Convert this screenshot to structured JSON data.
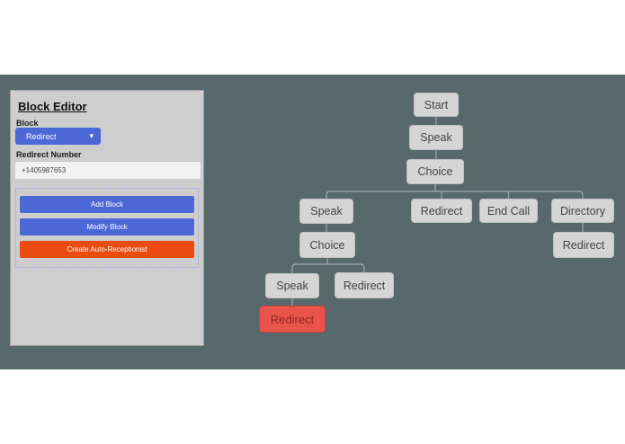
{
  "editor_panel": {
    "title": "Block Editor",
    "block_label": "Block",
    "block_select": {
      "selected": "Redirect"
    },
    "redirect_number_label": "Redirect Number",
    "redirect_number_value": "+1405987653",
    "buttons": {
      "add": "Add Block",
      "modify": "Modify Block",
      "create": "Create Auto-Receptionist"
    }
  },
  "flowchart": {
    "nodes": [
      {
        "label": "Start",
        "state": "normal"
      },
      {
        "label": "Speak",
        "state": "normal"
      },
      {
        "label": "Choice",
        "state": "normal"
      },
      {
        "label": "Speak",
        "state": "normal"
      },
      {
        "label": "Redirect",
        "state": "normal"
      },
      {
        "label": "End Call",
        "state": "normal"
      },
      {
        "label": "Directory",
        "state": "normal"
      },
      {
        "label": "Choice",
        "state": "normal"
      },
      {
        "label": "Redirect",
        "state": "normal"
      },
      {
        "label": "Speak",
        "state": "normal"
      },
      {
        "label": "Redirect",
        "state": "normal"
      },
      {
        "label": "Redirect",
        "state": "selected"
      }
    ]
  },
  "colors": {
    "canvas_background": "#57696b",
    "accent_blue": "#4c67d6",
    "accent_orange": "#ea4b10",
    "selected_red": "#e8534b",
    "node_gray": "#d5d5d5"
  }
}
